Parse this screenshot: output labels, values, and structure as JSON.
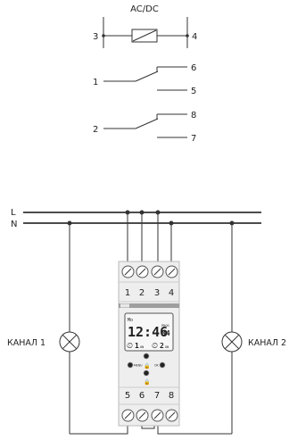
{
  "symbol": {
    "supply_label": "AC/DC",
    "terminal_left": "3",
    "terminal_right": "4"
  },
  "contacts": [
    {
      "common": "1",
      "no": "6",
      "nc": "5"
    },
    {
      "common": "2",
      "no": "8",
      "nc": "7"
    }
  ],
  "bus": {
    "line": "L",
    "neutral": "N"
  },
  "device": {
    "top_terminals": [
      "1",
      "2",
      "3",
      "4"
    ],
    "bottom_terminals": [
      "5",
      "6",
      "7",
      "8"
    ],
    "display_time": "12:46",
    "display_seconds": "34",
    "display_day": "Mo",
    "display_small": "PROG",
    "channel_1_indicator": "1",
    "channel_2_indicator": "2",
    "status_left": "ON",
    "status_right": "ON",
    "button_left_label": "MENU",
    "button_right_label": "OK"
  },
  "loads": [
    {
      "label": "КАНАЛ 1"
    },
    {
      "label": "КАНАЛ 2"
    }
  ],
  "colors": {
    "line": "#333333",
    "device_body": "#eeeeee",
    "device_border": "#bbbbbb",
    "terminal_text": "#9a9a9a",
    "lcd_bg": "#f7f7f7"
  }
}
